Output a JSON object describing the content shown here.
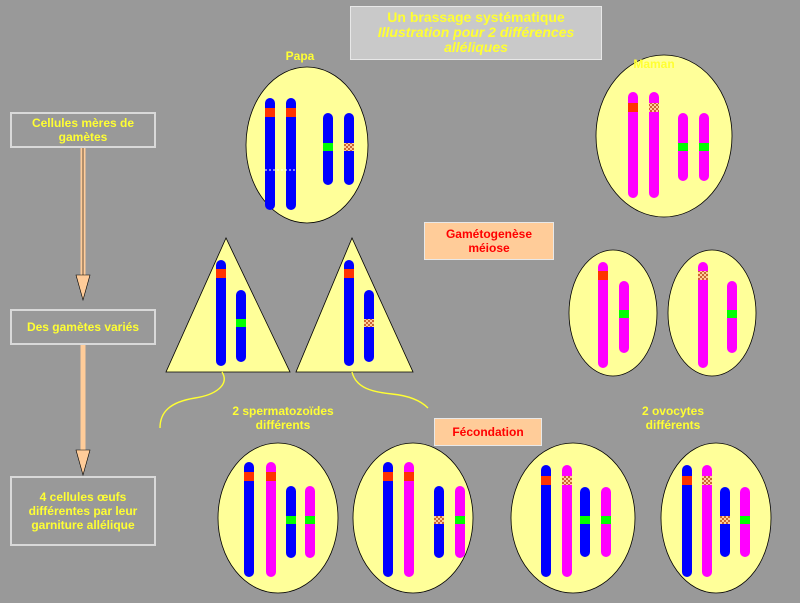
{
  "title": {
    "line1": "Un brassage systématique",
    "line2": "Illustration pour 2 différences",
    "line3": "alléliques"
  },
  "labels": {
    "papa": "Papa",
    "maman": "Maman",
    "sperm_line1": "2 spermatozoïdes",
    "sperm_line2": "différents",
    "ovo_line1": "2 ovocytes",
    "ovo_line2": "différents"
  },
  "side": {
    "step1": "Cellules mères de gamètes",
    "step2": "Des gamètes variés",
    "step3": "4 cellules œufs différentes par leur garniture allélique"
  },
  "tags": {
    "meiosis_line1": "Gamétogenèse",
    "meiosis_line2": "méiose",
    "fecondation": "Fécondation"
  },
  "colors": {
    "background": "#999999",
    "cell": "#ffff99",
    "paternal": "#0000ff",
    "maternal": "#ff00ff",
    "allele_a": "#ff3300",
    "allele_b": "#00ff00",
    "label": "#ffff33"
  }
}
